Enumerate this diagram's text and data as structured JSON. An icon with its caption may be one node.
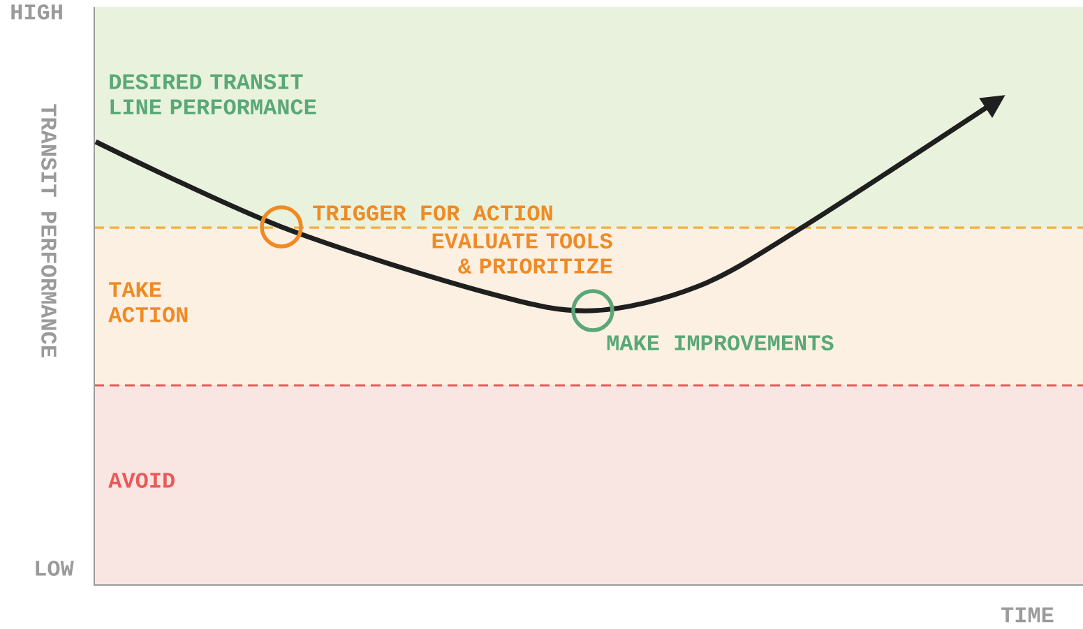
{
  "diagram": {
    "nodes": [
      {
        "text": [
          "DESIRED TRANSIT LINE PERFORMANCE"
        ]
      },
      {
        "text": [
          "TAKE ACTION"
        ]
      },
      {
        "text": [
          "AVOID"
        ]
      },
      {
        "text": [],
        "shape": "circle"
      },
      {
        "text": [],
        "shape": "circle",
        "in": 1
      }
    ],
    "labels": [
      "HIGH",
      "TRANSIT PERFORMANCE",
      "TRIGGER FOR ACTION",
      "EVALUATE TOOLS & PRIORITIZE",
      "MAKE IMPROVEMENTS",
      "LOW",
      "TIME"
    ]
  }
}
